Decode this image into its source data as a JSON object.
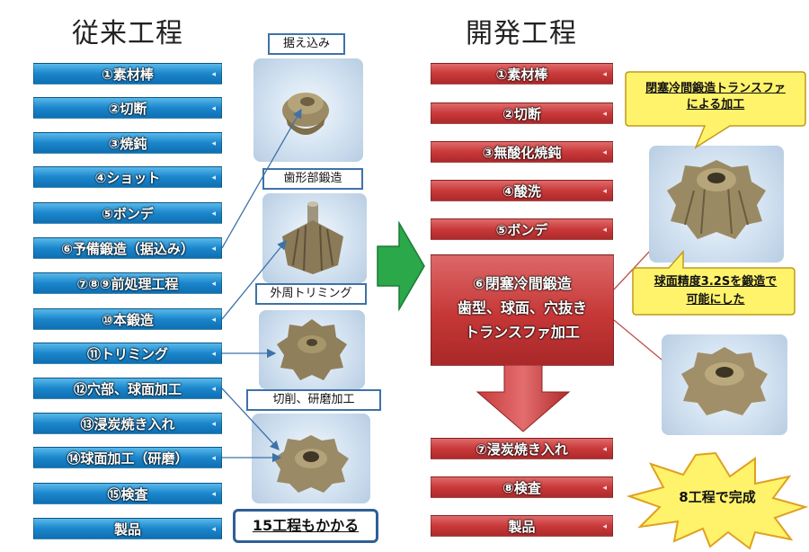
{
  "left": {
    "title": "従来工程",
    "steps": [
      "①素材棒",
      "②切断",
      "③焼鈍",
      "④ショット",
      "⑤ボンデ",
      "⑥予備鍛造（据込み）",
      "⑦⑧⑨前処理工程",
      "⑩本鍛造",
      "⑪トリミング",
      "⑫穴部、球面加工",
      "⑬浸炭焼き入れ",
      "⑭球面加工（研磨）",
      "⑮検査",
      "製品"
    ],
    "summary": "15工程もかかる"
  },
  "right": {
    "title": "開発工程",
    "steps": [
      "①素材棒",
      "②切断",
      "③無酸化焼鈍",
      "④酸洗",
      "⑤ボンデ"
    ],
    "big_step": {
      "line1": "⑥閉塞冷間鍛造",
      "line2": "歯型、球面、穴抜き",
      "line3": "トランスファ加工"
    },
    "after_steps": [
      "⑦浸炭焼き入れ",
      "⑧検査",
      "製品"
    ]
  },
  "photo_labels": [
    "据え込み",
    "歯形部鍛造",
    "外周トリミング",
    "切削、研磨加工"
  ],
  "callouts": {
    "top": {
      "line1": "閉塞冷間鍛造トランスファ",
      "line2": "による加工"
    },
    "middle": {
      "line1": "球面精度3.2Sを鍛造で",
      "line2": "可能にした"
    },
    "burst": "8工程で完成"
  },
  "colors": {
    "blue_step": "#1b86cc",
    "red_step": "#c9393a",
    "green_arrow": "#2aa84a",
    "callout_yellow": "#fff36b"
  }
}
